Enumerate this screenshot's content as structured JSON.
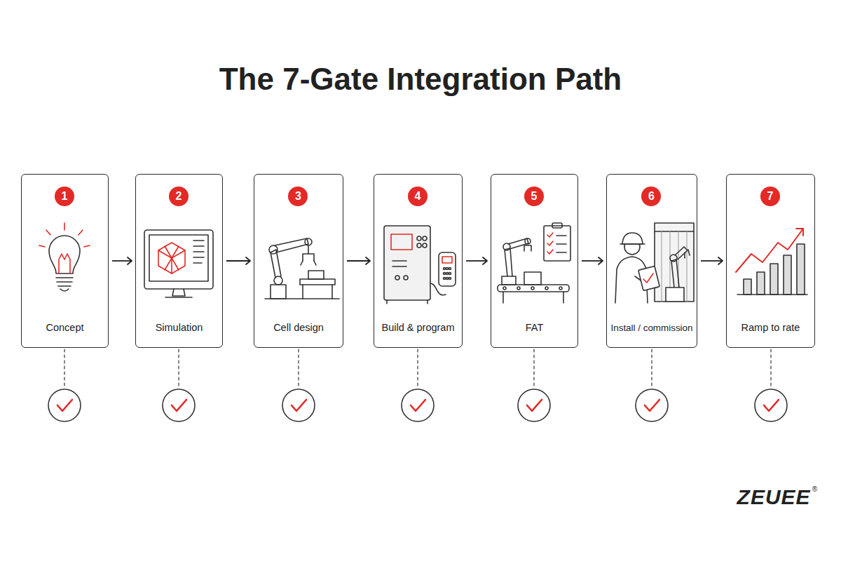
{
  "diagram": {
    "title": "The 7-Gate Integration Path",
    "nodes": [
      {
        "text": [
          "1",
          "Concept"
        ]
      },
      {
        "text": [
          "2",
          "Simulation"
        ]
      },
      {
        "text": [
          "3",
          "Cell design"
        ]
      },
      {
        "text": [
          "4",
          "Build & program"
        ]
      },
      {
        "text": [
          "5",
          "FAT"
        ]
      },
      {
        "text": [
          "6",
          "Install / commission"
        ]
      },
      {
        "text": [
          "7",
          "Ramp to rate"
        ]
      }
    ],
    "edges": [
      {
        "from": 0,
        "to": 1,
        "arrow": "to"
      },
      {
        "from": 1,
        "to": 2,
        "arrow": "to"
      },
      {
        "from": 2,
        "to": 3,
        "arrow": "to"
      },
      {
        "from": 3,
        "to": 4,
        "arrow": "to"
      },
      {
        "from": 4,
        "to": 5,
        "arrow": "to"
      },
      {
        "from": 5,
        "to": 6,
        "arrow": "to"
      }
    ],
    "labels": [
      "ZEUEE",
      "®"
    ]
  }
}
